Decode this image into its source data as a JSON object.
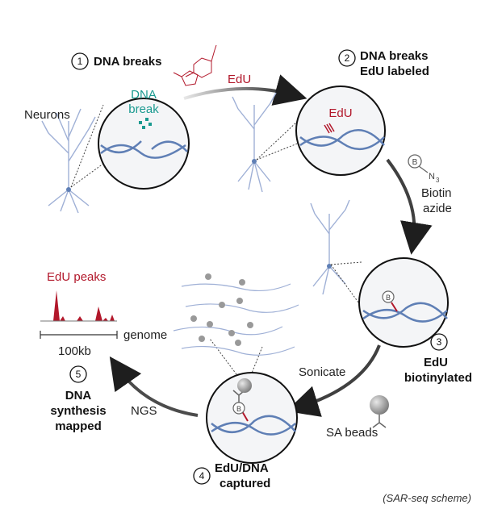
{
  "steps": [
    {
      "number": "1",
      "line1": "DNA breaks",
      "line2": ""
    },
    {
      "number": "2",
      "line1": "DNA breaks",
      "line2": "EdU labeled"
    },
    {
      "number": "3",
      "line1": "EdU",
      "line2": "biotinylated"
    },
    {
      "number": "4",
      "line1": "EdU/DNA",
      "line2": "captured"
    },
    {
      "number": "5",
      "line1": "DNA",
      "line2": "synthesis",
      "line3": "mapped"
    }
  ],
  "labels": {
    "neurons": "Neurons",
    "dna_break_line1": "DNA",
    "dna_break_line2": "break",
    "edu_arrow": "EdU",
    "edu_in_circle": "EdU",
    "biotin_line1": "Biotin",
    "biotin_line2": "azide",
    "sonicate": "Sonicate",
    "sa_beads": "SA beads",
    "ngs": "NGS",
    "edu_peaks": "EdU peaks",
    "genome": "genome",
    "scale": "100kb",
    "biotin_symbol": "B",
    "azide_symbol": "N",
    "azide_subscript": "3",
    "caption": "(SAR-seq scheme)"
  },
  "colors": {
    "edu_red": "#b2182b",
    "break_teal": "#1a9a90",
    "dna_blue": "#5f7fb5",
    "neuron_blue": "#9fb0d6",
    "arrow_dark": "#1e1e1e"
  }
}
